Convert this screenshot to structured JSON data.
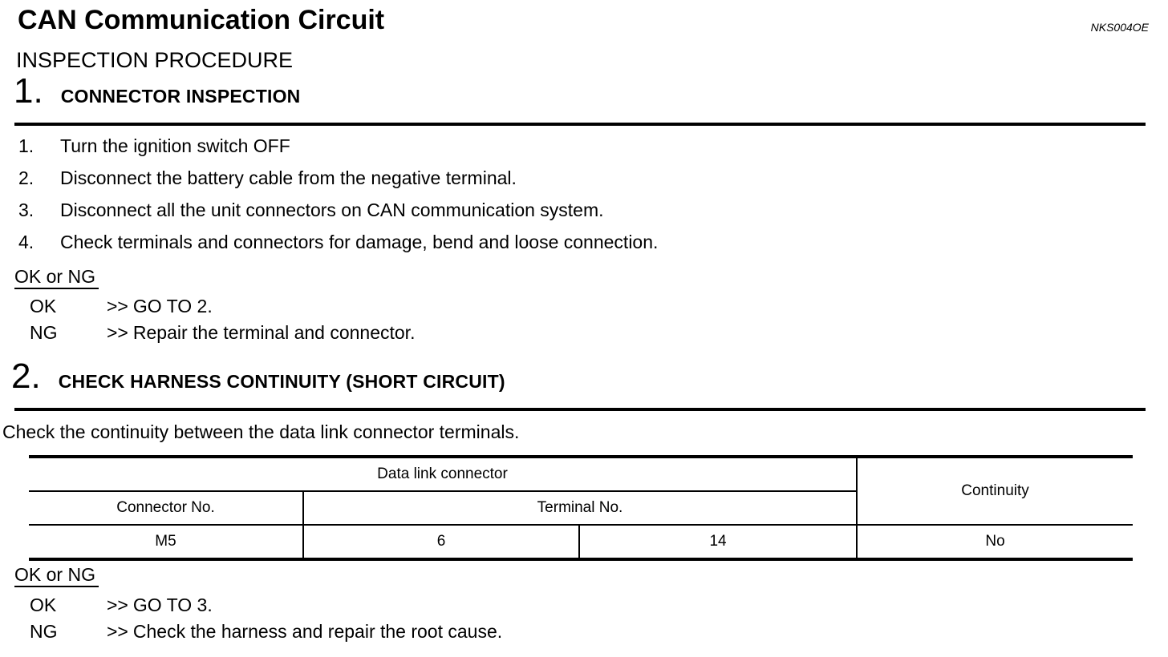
{
  "colors": {
    "ink": "#000000",
    "paper": "#ffffff"
  },
  "page": {
    "title": "CAN Communication Circuit",
    "doc_code": "NKS004OE",
    "subtitle": "INSPECTION PROCEDURE"
  },
  "section1": {
    "number": "1.",
    "title": "CONNECTOR INSPECTION",
    "steps": [
      {
        "num": "1.",
        "text": "Turn the ignition switch OFF"
      },
      {
        "num": "2.",
        "text": "Disconnect the battery cable from the negative terminal."
      },
      {
        "num": "3.",
        "text": "Disconnect all the unit connectors on CAN communication system."
      },
      {
        "num": "4.",
        "text": "Check terminals and connectors for damage, bend and loose connection."
      }
    ],
    "ok_ng_label": "OK or NG",
    "results": [
      {
        "label": "OK",
        "arrow": ">>",
        "action": "GO TO 2."
      },
      {
        "label": "NG",
        "arrow": ">>",
        "action": "Repair the terminal and connector."
      }
    ]
  },
  "section2": {
    "number": "2.",
    "title": "CHECK HARNESS CONTINUITY (SHORT CIRCUIT)",
    "intro": "Check the continuity between the data link connector terminals.",
    "table": {
      "group_header": "Data link connector",
      "continuity_header": "Continuity",
      "connector_col": "Connector No.",
      "terminal_col": "Terminal No.",
      "row": {
        "connector": "M5",
        "terminal1": "6",
        "terminal2": "14",
        "continuity": "No"
      }
    },
    "ok_ng_label": "OK or NG",
    "results": [
      {
        "label": "OK",
        "arrow": ">>",
        "action": "GO TO 3."
      },
      {
        "label": "NG",
        "arrow": ">>",
        "action": "Check the harness and repair the root cause."
      }
    ]
  }
}
